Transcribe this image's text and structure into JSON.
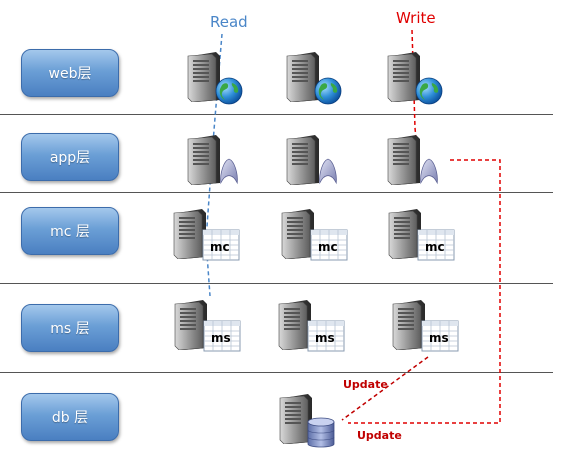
{
  "layers": [
    {
      "label": "web层"
    },
    {
      "label": "app层"
    },
    {
      "label": "mc 层"
    },
    {
      "label": "ms 层"
    },
    {
      "label": "db 层"
    }
  ],
  "flows": {
    "read_label": "Read",
    "write_label": "Write",
    "update_label_1": "Update",
    "update_label_2": "Update"
  },
  "badges": {
    "mc": "mc",
    "ms": "ms"
  },
  "colors": {
    "read": "#4a86c8",
    "write": "#e00000",
    "update": "#c00000",
    "layer_bg": "#5b8fd0",
    "separator": "#555555"
  },
  "icons": {
    "web_node": "server-globe-icon",
    "app_node": "server-app-icon",
    "cache_node": "server-table-icon",
    "db_node": "server-database-icon"
  }
}
